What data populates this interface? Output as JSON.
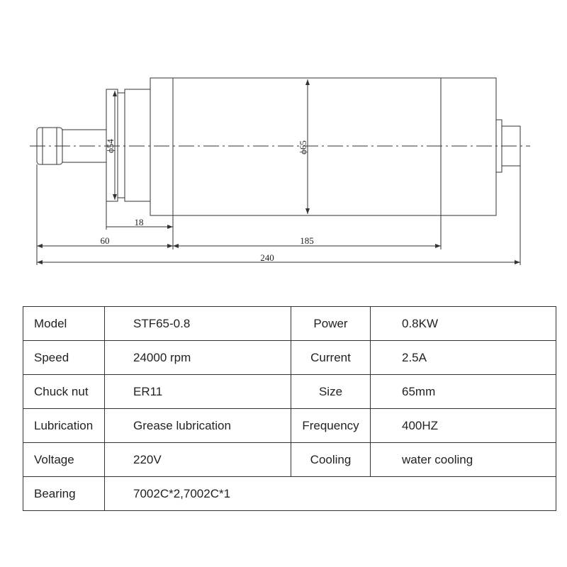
{
  "drawing": {
    "dimensions": {
      "dia_chuck": "ϕ54",
      "dia_body": "ϕ65",
      "len_18": "18",
      "len_60": "60",
      "len_185": "185",
      "len_240": "240"
    }
  },
  "specs": {
    "rows": [
      {
        "label1": "Model",
        "value1": "STF65-0.8",
        "label2": "Power",
        "value2": "0.8KW"
      },
      {
        "label1": "Speed",
        "value1": "24000 rpm",
        "label2": "Current",
        "value2": "2.5A"
      },
      {
        "label1": "Chuck nut",
        "value1": "ER11",
        "label2": "Size",
        "value2": "65mm"
      },
      {
        "label1": "Lubrication",
        "value1": "Grease lubrication",
        "label2": "Frequency",
        "value2": "400HZ"
      },
      {
        "label1": "Voltage",
        "value1": "220V",
        "label2": "Cooling",
        "value2": "water cooling"
      },
      {
        "label1": "Bearing",
        "value1": "7002C*2,7002C*1"
      }
    ]
  }
}
